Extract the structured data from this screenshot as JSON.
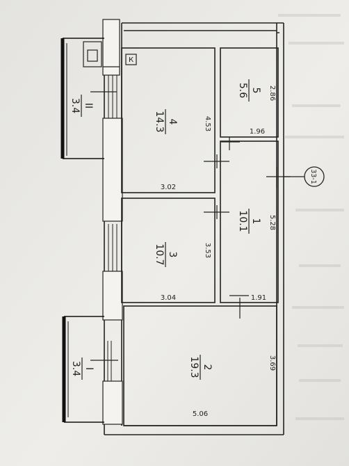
{
  "floor_plan": {
    "kitchen_mark": "К",
    "rooms": [
      {
        "id": "room-4",
        "number": "4",
        "area": "14.3"
      },
      {
        "id": "room-5",
        "number": "5",
        "area": "5.6"
      },
      {
        "id": "room-3",
        "number": "3",
        "area": "10.7"
      },
      {
        "id": "room-1",
        "number": "1",
        "area": "10.1"
      },
      {
        "id": "room-2",
        "number": "2",
        "area": "19.3"
      },
      {
        "id": "balcony-II",
        "number": "II",
        "area": "3.4"
      },
      {
        "id": "balcony-I",
        "number": "I",
        "area": "3.4"
      }
    ],
    "dimensions": {
      "room4_width": "4.53",
      "room4_length": "3.02",
      "room5_width": "2.86",
      "room5_length": "1.96",
      "room1_width": "5.28",
      "room1_length": "1.91",
      "room3_width": "3.53",
      "room3_length": "3.04",
      "room2_width": "3.69",
      "room2_length": "5.06"
    },
    "section_marker": "33-1"
  }
}
